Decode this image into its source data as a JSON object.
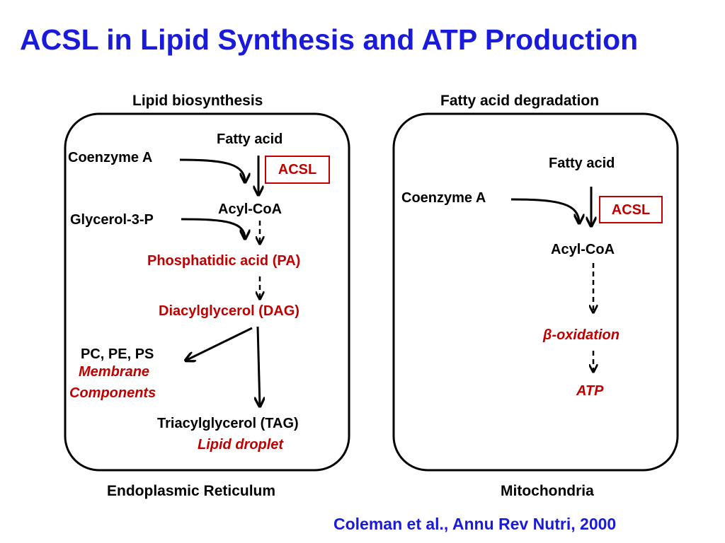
{
  "title": "ACSL in Lipid Synthesis and ATP Production",
  "left_panel": {
    "header": "Lipid biosynthesis",
    "footer": "Endoplasmic Reticulum",
    "fatty_acid": "Fatty acid",
    "coenzyme_a": "Coenzyme A",
    "enzyme": "ACSL",
    "acyl_coa": "Acyl-CoA",
    "glycerol": "Glycerol-3-P",
    "pa": "Phosphatidic acid (PA)",
    "dag": "Diacylglycerol (DAG)",
    "pc_pe_ps": "PC, PE, PS",
    "membrane_1": "Membrane",
    "membrane_2": "Components",
    "tag": "Triacylglycerol (TAG)",
    "lipid_droplet": "Lipid droplet"
  },
  "right_panel": {
    "header": "Fatty acid degradation",
    "footer": "Mitochondria",
    "fatty_acid": "Fatty acid",
    "coenzyme_a": "Coenzyme A",
    "enzyme": "ACSL",
    "acyl_coa": "Acyl-CoA",
    "beta_oxidation": "β-oxidation",
    "atp": "ATP"
  },
  "citation": "Coleman et al., Annu Rev Nutri, 2000",
  "colors": {
    "title": "#1a1adb",
    "highlight": "#c00000",
    "text": "#000000"
  }
}
